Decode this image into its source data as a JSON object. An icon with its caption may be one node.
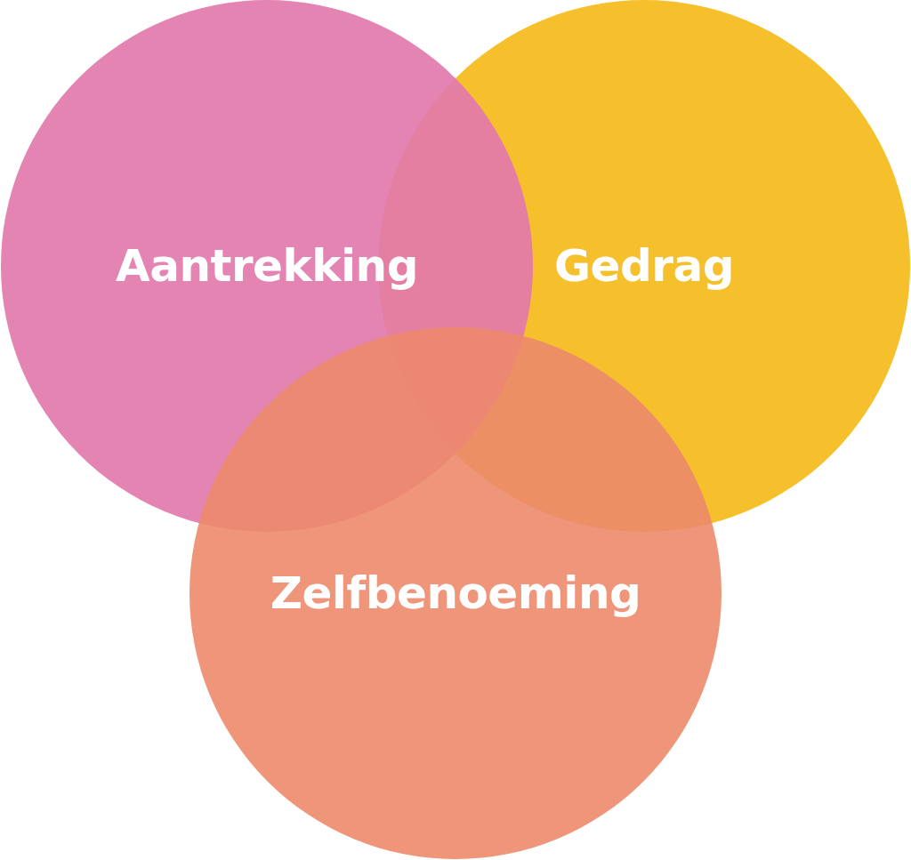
{
  "diagram": {
    "nodes": [
      {
        "text": [
          "Aantrekking"
        ]
      },
      {
        "text": [
          "Gedrag"
        ]
      },
      {
        "text": [
          "Zelfbenoeming"
        ]
      }
    ]
  }
}
